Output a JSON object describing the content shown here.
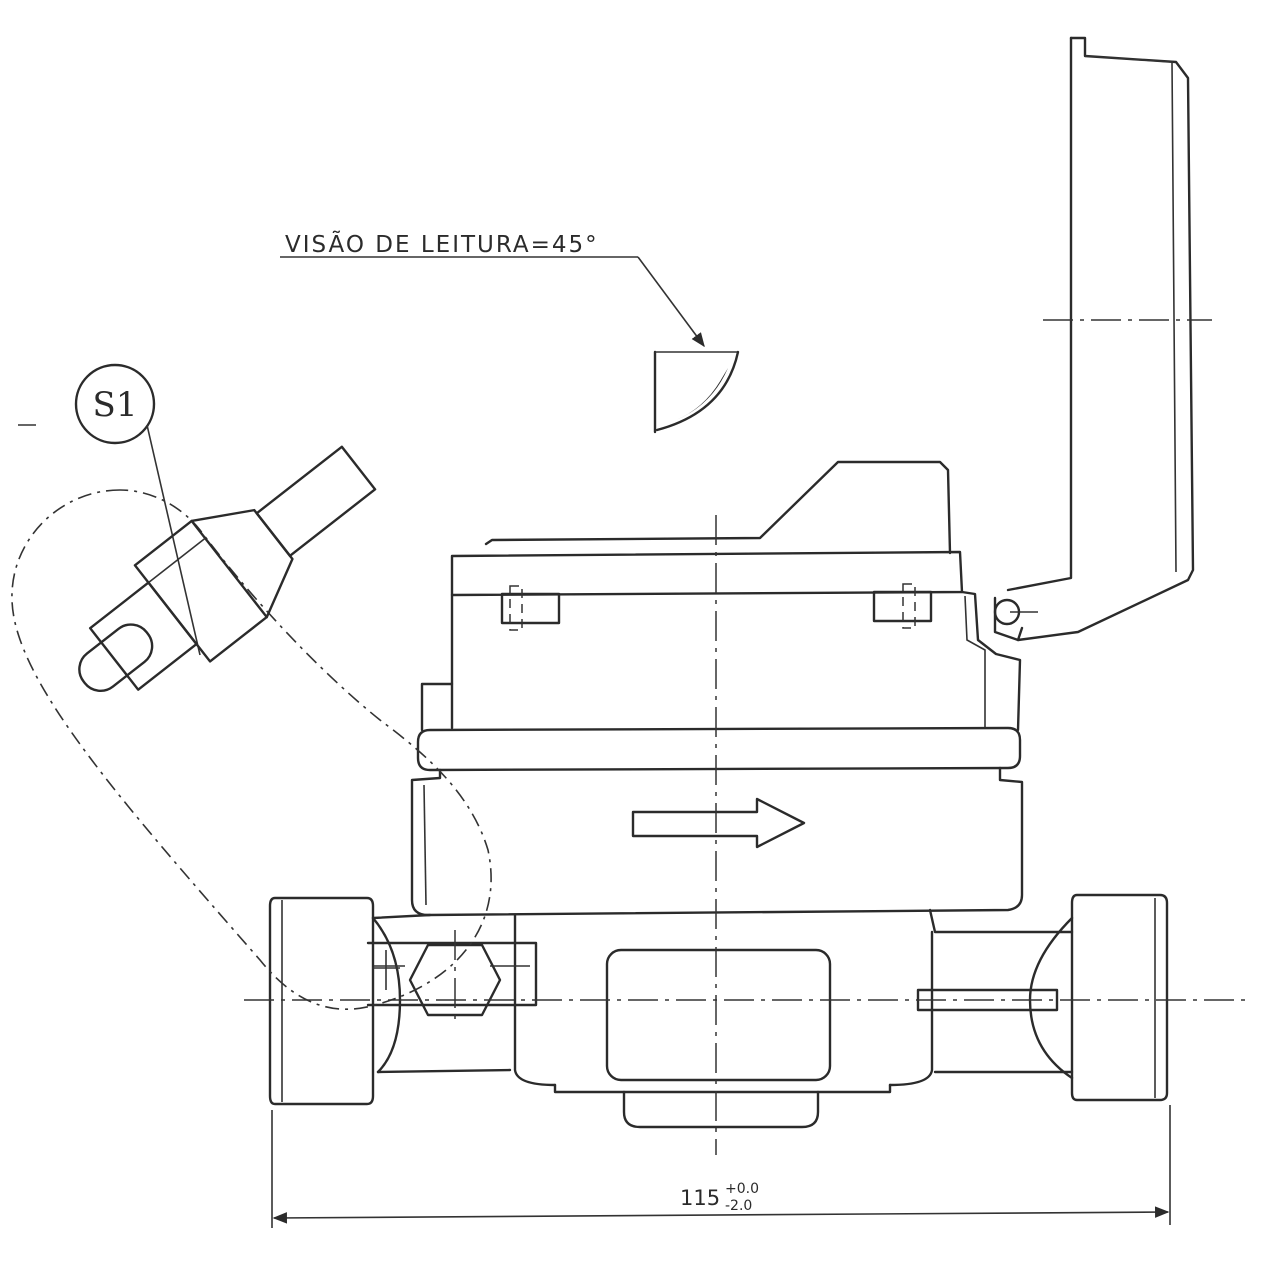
{
  "labels": {
    "reading_view": "VISÃO DE LEITURA=45°",
    "detail_callout": "S1",
    "dimension_value": "115",
    "tolerance_upper": "+0.0",
    "tolerance_lower": "-2.0"
  },
  "colors": {
    "line": "#2b2b2b",
    "background": "#ffffff"
  }
}
